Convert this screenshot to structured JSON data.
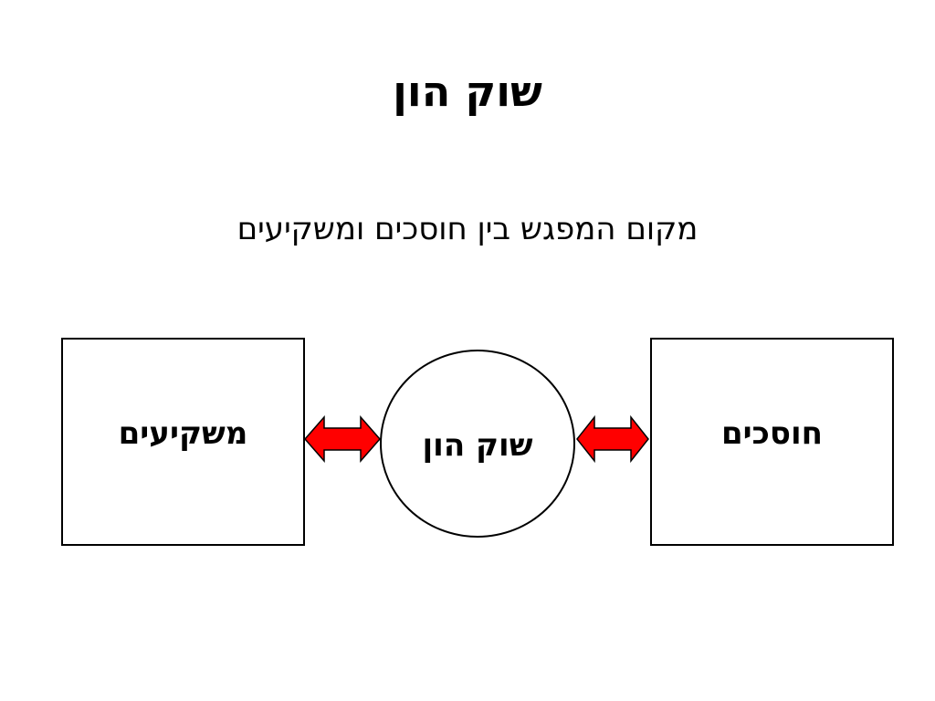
{
  "slide": {
    "title": "שוק הון",
    "subtitle": "מקום המפגש בין חוסכים ומשקיעים"
  },
  "diagram": {
    "left_box": {
      "label": "משקיעים"
    },
    "center_circle": {
      "label": "שוק הון"
    },
    "right_box": {
      "label": "חוסכים"
    },
    "arrow_color": "#ff0000",
    "arrow_outline": "#000000"
  }
}
